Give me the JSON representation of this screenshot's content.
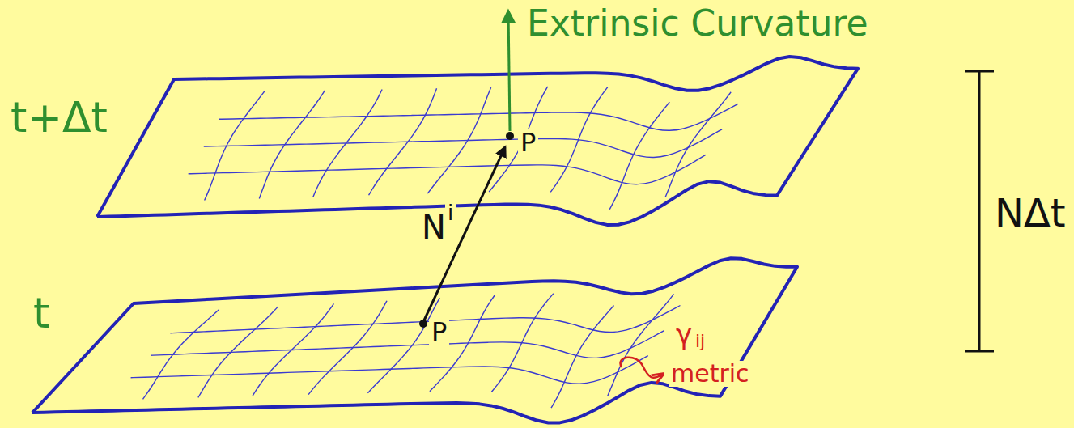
{
  "diagram": {
    "labels": [
      "Extrinsic Curvature",
      "t+Δt",
      "P",
      "N",
      "i",
      "NΔt",
      "t",
      "P",
      "γ",
      "ij",
      "metric"
    ]
  }
}
